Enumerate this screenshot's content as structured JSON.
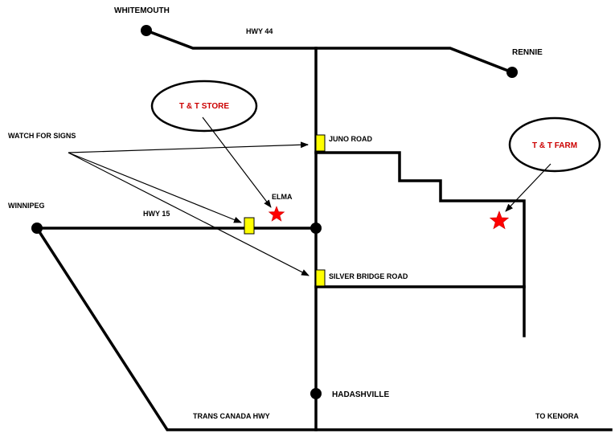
{
  "places": {
    "whitemouth": "WHITEMOUTH",
    "rennie": "RENNIE",
    "winnipeg": "WINNIPEG",
    "elma": "ELMA",
    "hadashville": "HADASHVILLE",
    "to_kenora": "TO KENORA"
  },
  "roads": {
    "hwy44": "HWY 44",
    "hwy15": "HWY 15",
    "trans_canada": "TRANS CANADA HWY",
    "juno_road": "JUNO ROAD",
    "silver_bridge_road": "SILVER BRIDGE ROAD"
  },
  "callouts": {
    "store": "T & T STORE",
    "farm": "T & T FARM",
    "watch_signs": "WATCH FOR SIGNS"
  },
  "colors": {
    "road": "#000000",
    "sign_marker": "#ffff00",
    "star": "#ff0000",
    "callout_text": "#cc0000"
  }
}
